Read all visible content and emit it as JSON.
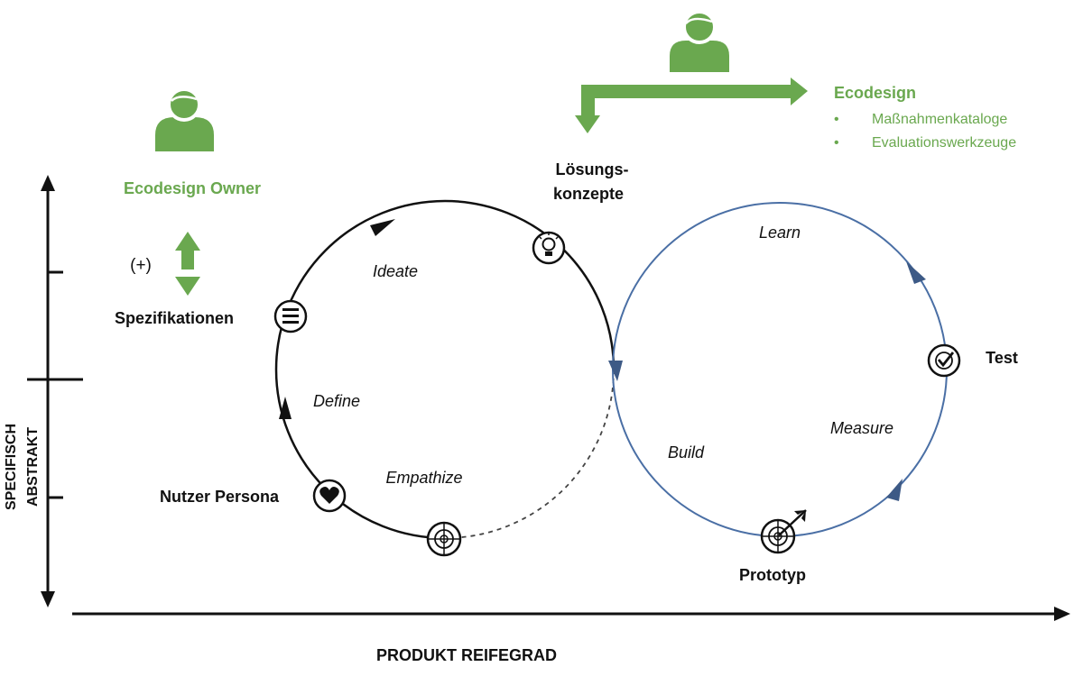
{
  "owner": {
    "title": "Ecodesign Owner",
    "plus": "(+)"
  },
  "ecodesign": {
    "title": "Ecodesign",
    "bullet": "•",
    "items": [
      "Maßnahmenkataloge",
      "Evaluationswerkzeuge"
    ]
  },
  "labels": {
    "spezifikationen": "Spezifikationen",
    "loesungs_line1": "Lösungs-",
    "loesungs_line2": "konzepte",
    "nutzer_persona": "Nutzer Persona",
    "test": "Test",
    "prototyp": "Prototyp"
  },
  "phases": {
    "ideate": "Ideate",
    "define": "Define",
    "empathize": "Empathize",
    "learn": "Learn",
    "measure": "Measure",
    "build": "Build"
  },
  "axes": {
    "x_label": "PRODUKT REIFEGRAD",
    "y_label_line1": "SPECIFISCH",
    "y_label_line2": "ABSTRAKT"
  },
  "colors": {
    "green": "#6aa84f",
    "blue": "#4a6fa5",
    "dark": "#111111"
  }
}
